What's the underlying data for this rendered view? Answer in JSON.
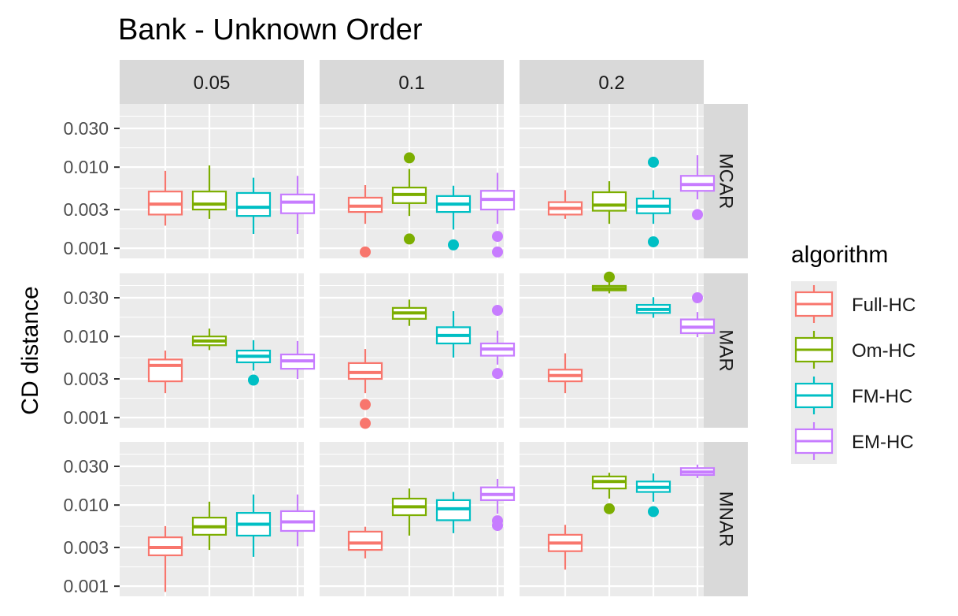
{
  "chart_data": {
    "type": "boxplot",
    "title": "Bank - Unknown Order",
    "ylabel": "CD distance",
    "xlabel": "",
    "y_scale": "log10",
    "ylim": [
      0.00075,
      0.06
    ],
    "y_ticks": [
      0.001,
      0.003,
      0.01,
      0.03
    ],
    "y_tick_labels": [
      "0.001",
      "0.003",
      "0.010",
      "0.030"
    ],
    "grid": true,
    "legend_position": "right",
    "columns": [
      "0.05",
      "0.1",
      "0.2"
    ],
    "rows": [
      "MCAR",
      "MAR",
      "MNAR"
    ],
    "series": [
      {
        "name": "Full-HC",
        "color": "#F8766D"
      },
      {
        "name": "Om-HC",
        "color": "#7CAE00"
      },
      {
        "name": "FM-HC",
        "color": "#00BFC4"
      },
      {
        "name": "EM-HC",
        "color": "#C77CFF"
      }
    ],
    "legend_title": "algorithm",
    "panels": [
      {
        "row": "MCAR",
        "col": "0.05",
        "boxes": [
          {
            "min": 0.0019,
            "q1": 0.0026,
            "median": 0.0035,
            "q3": 0.005,
            "max": 0.009,
            "outliers": []
          },
          {
            "min": 0.0023,
            "q1": 0.003,
            "median": 0.0035,
            "q3": 0.005,
            "max": 0.0105,
            "outliers": []
          },
          {
            "min": 0.0015,
            "q1": 0.0025,
            "median": 0.0032,
            "q3": 0.0048,
            "max": 0.0074,
            "outliers": []
          },
          {
            "min": 0.0015,
            "q1": 0.0027,
            "median": 0.0037,
            "q3": 0.0046,
            "max": 0.0078,
            "outliers": []
          }
        ]
      },
      {
        "row": "MCAR",
        "col": "0.1",
        "boxes": [
          {
            "min": 0.002,
            "q1": 0.0028,
            "median": 0.0033,
            "q3": 0.0042,
            "max": 0.006,
            "outliers": [
              0.0009
            ]
          },
          {
            "min": 0.0025,
            "q1": 0.0036,
            "median": 0.0046,
            "q3": 0.0056,
            "max": 0.0095,
            "outliers": [
              0.013,
              0.0013
            ]
          },
          {
            "min": 0.0017,
            "q1": 0.0028,
            "median": 0.0035,
            "q3": 0.0044,
            "max": 0.0059,
            "outliers": [
              0.0011
            ]
          },
          {
            "min": 0.002,
            "q1": 0.003,
            "median": 0.004,
            "q3": 0.0051,
            "max": 0.0085,
            "outliers": [
              0.0014,
              0.0009
            ]
          }
        ]
      },
      {
        "row": "MCAR",
        "col": "0.2",
        "boxes": [
          {
            "min": 0.0023,
            "q1": 0.0026,
            "median": 0.0031,
            "q3": 0.0037,
            "max": 0.0052,
            "outliers": []
          },
          {
            "min": 0.002,
            "q1": 0.0029,
            "median": 0.0034,
            "q3": 0.0049,
            "max": 0.0067,
            "outliers": []
          },
          {
            "min": 0.002,
            "q1": 0.0027,
            "median": 0.0033,
            "q3": 0.0041,
            "max": 0.0052,
            "outliers": [
              0.0115,
              0.0012
            ]
          },
          {
            "min": 0.004,
            "q1": 0.0051,
            "median": 0.0061,
            "q3": 0.0078,
            "max": 0.014,
            "outliers": [
              0.0026
            ]
          }
        ]
      },
      {
        "row": "MAR",
        "col": "0.05",
        "boxes": [
          {
            "min": 0.002,
            "q1": 0.0028,
            "median": 0.0044,
            "q3": 0.0052,
            "max": 0.0067,
            "outliers": []
          },
          {
            "min": 0.0068,
            "q1": 0.0078,
            "median": 0.0088,
            "q3": 0.01,
            "max": 0.0125,
            "outliers": []
          },
          {
            "min": 0.0038,
            "q1": 0.0048,
            "median": 0.0057,
            "q3": 0.0067,
            "max": 0.009,
            "outliers": [
              0.0029
            ]
          },
          {
            "min": 0.003,
            "q1": 0.004,
            "median": 0.005,
            "q3": 0.006,
            "max": 0.0088,
            "outliers": []
          }
        ]
      },
      {
        "row": "MAR",
        "col": "0.1",
        "boxes": [
          {
            "min": 0.002,
            "q1": 0.003,
            "median": 0.0036,
            "q3": 0.0047,
            "max": 0.007,
            "outliers": [
              0.00145,
              0.00085
            ]
          },
          {
            "min": 0.0135,
            "q1": 0.0165,
            "median": 0.0195,
            "q3": 0.0225,
            "max": 0.0285,
            "outliers": []
          },
          {
            "min": 0.0055,
            "q1": 0.0082,
            "median": 0.0103,
            "q3": 0.013,
            "max": 0.0205,
            "outliers": []
          },
          {
            "min": 0.0045,
            "q1": 0.0058,
            "median": 0.007,
            "q3": 0.0082,
            "max": 0.0118,
            "outliers": [
              0.021,
              0.0035
            ]
          }
        ]
      },
      {
        "row": "MAR",
        "col": "0.2",
        "boxes": [
          {
            "min": 0.002,
            "q1": 0.0028,
            "median": 0.0033,
            "q3": 0.0039,
            "max": 0.0062,
            "outliers": []
          },
          {
            "min": 0.034,
            "q1": 0.037,
            "median": 0.039,
            "q3": 0.042,
            "max": 0.047,
            "outliers": [
              0.054
            ]
          },
          {
            "min": 0.017,
            "q1": 0.0195,
            "median": 0.0215,
            "q3": 0.0245,
            "max": 0.0305,
            "outliers": []
          },
          {
            "min": 0.0098,
            "q1": 0.011,
            "median": 0.013,
            "q3": 0.0162,
            "max": 0.02,
            "outliers": [
              0.03
            ]
          }
        ]
      },
      {
        "row": "MNAR",
        "col": "0.05",
        "boxes": [
          {
            "min": 0.00085,
            "q1": 0.0024,
            "median": 0.003,
            "q3": 0.004,
            "max": 0.0055,
            "outliers": []
          },
          {
            "min": 0.0028,
            "q1": 0.0043,
            "median": 0.0054,
            "q3": 0.007,
            "max": 0.011,
            "outliers": []
          },
          {
            "min": 0.0023,
            "q1": 0.0042,
            "median": 0.0058,
            "q3": 0.008,
            "max": 0.0135,
            "outliers": []
          },
          {
            "min": 0.0031,
            "q1": 0.0048,
            "median": 0.0062,
            "q3": 0.0084,
            "max": 0.0135,
            "outliers": []
          }
        ]
      },
      {
        "row": "MNAR",
        "col": "0.1",
        "boxes": [
          {
            "min": 0.0022,
            "q1": 0.0028,
            "median": 0.0034,
            "q3": 0.0047,
            "max": 0.0054,
            "outliers": []
          },
          {
            "min": 0.0042,
            "q1": 0.0075,
            "median": 0.0095,
            "q3": 0.012,
            "max": 0.016,
            "outliers": []
          },
          {
            "min": 0.0045,
            "q1": 0.0065,
            "median": 0.009,
            "q3": 0.0115,
            "max": 0.0145,
            "outliers": []
          },
          {
            "min": 0.0078,
            "q1": 0.0115,
            "median": 0.0135,
            "q3": 0.0165,
            "max": 0.021,
            "outliers": [
              0.0064,
              0.0056
            ]
          }
        ]
      },
      {
        "row": "MNAR",
        "col": "0.2",
        "boxes": [
          {
            "min": 0.0016,
            "q1": 0.0027,
            "median": 0.0034,
            "q3": 0.0043,
            "max": 0.0057,
            "outliers": []
          },
          {
            "min": 0.012,
            "q1": 0.016,
            "median": 0.0195,
            "q3": 0.0225,
            "max": 0.025,
            "outliers": [
              0.009
            ]
          },
          {
            "min": 0.011,
            "q1": 0.0145,
            "median": 0.0165,
            "q3": 0.0195,
            "max": 0.0245,
            "outliers": [
              0.0083
            ]
          },
          {
            "min": 0.0215,
            "q1": 0.0235,
            "median": 0.0255,
            "q3": 0.0285,
            "max": 0.0315,
            "outliers": []
          }
        ]
      }
    ]
  }
}
